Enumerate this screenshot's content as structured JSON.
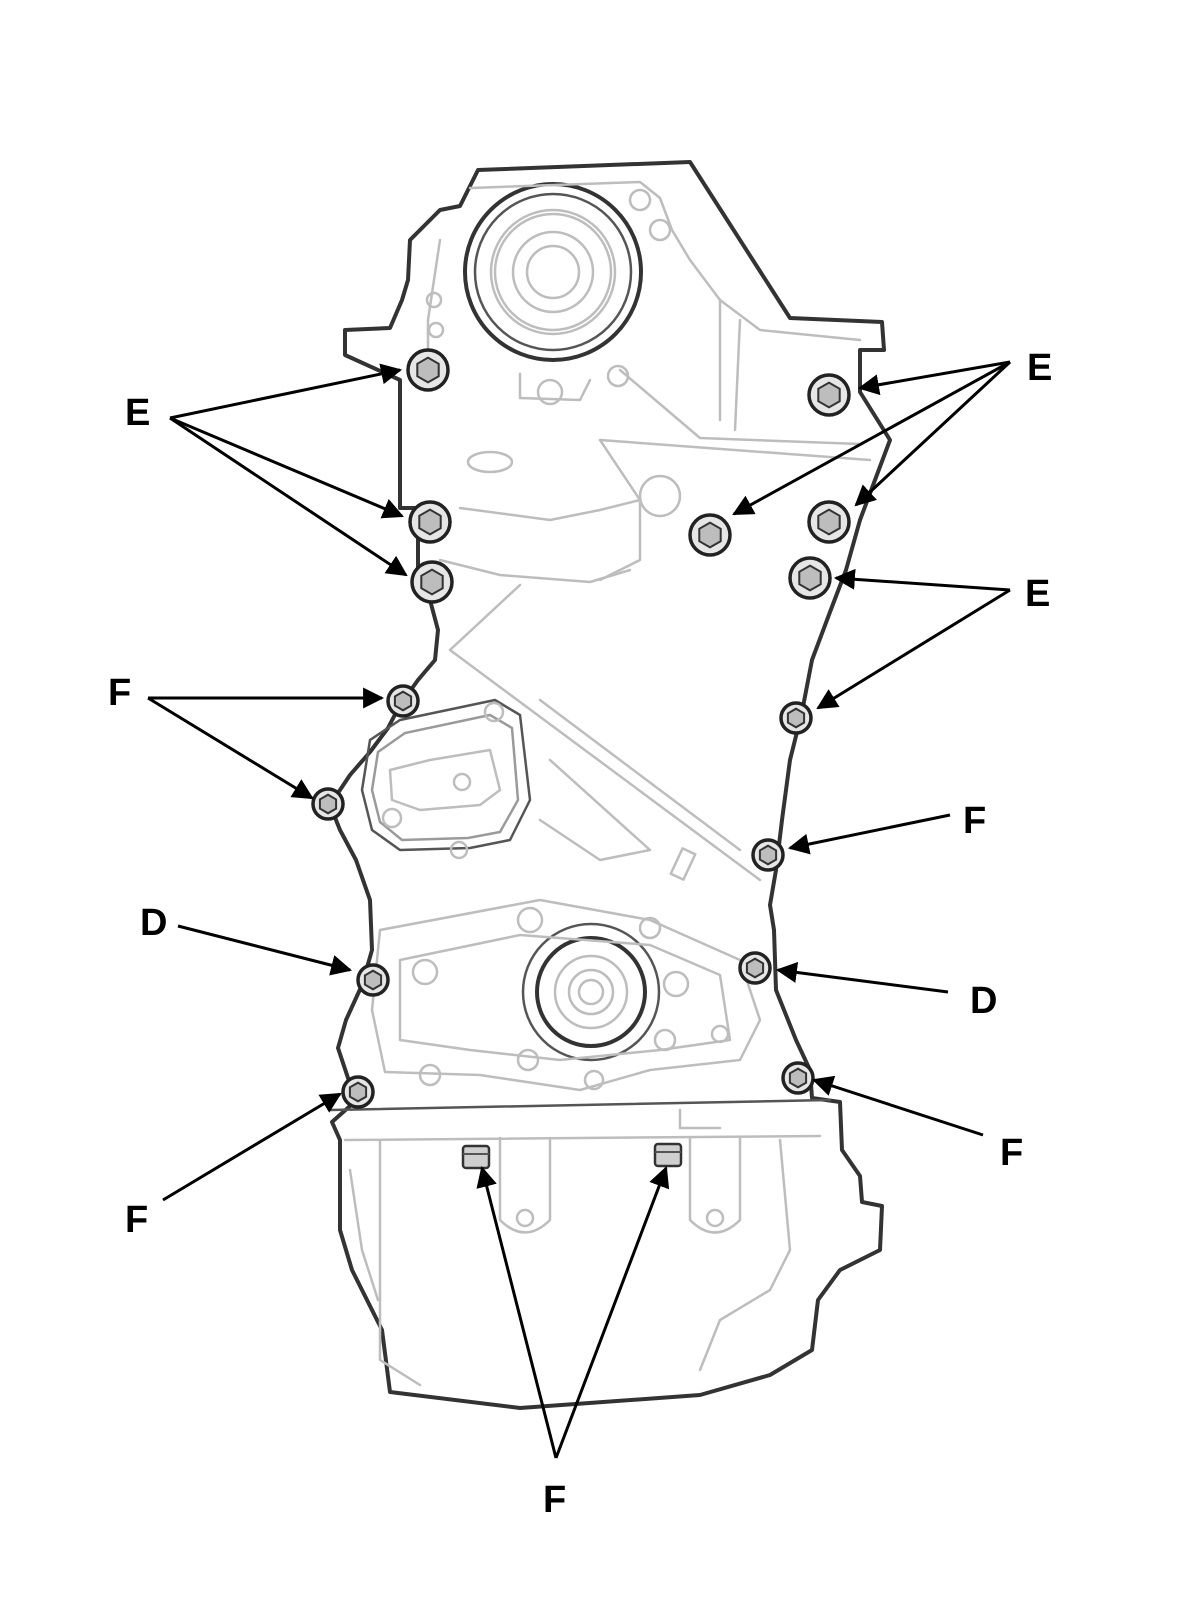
{
  "diagram": {
    "callouts": [
      {
        "id": "e-left",
        "label": "E"
      },
      {
        "id": "e-right-top",
        "label": "E"
      },
      {
        "id": "e-right-mid",
        "label": "E"
      },
      {
        "id": "f-left-upper",
        "label": "F"
      },
      {
        "id": "f-right-upper",
        "label": "F"
      },
      {
        "id": "d-left",
        "label": "D"
      },
      {
        "id": "d-right",
        "label": "D"
      },
      {
        "id": "f-left-lower",
        "label": "F"
      },
      {
        "id": "f-right-lower",
        "label": "F"
      },
      {
        "id": "f-bottom",
        "label": "F"
      }
    ]
  }
}
